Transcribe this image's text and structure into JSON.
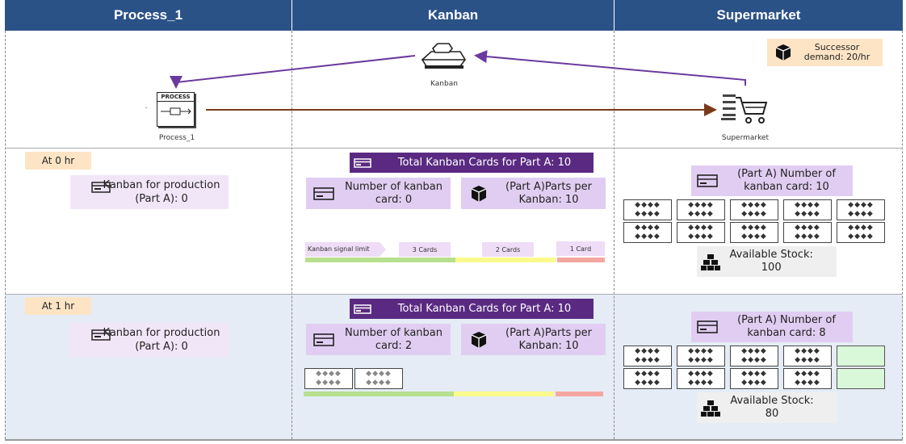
{
  "columns": [
    "Process_1",
    "Kanban",
    "Supermarket"
  ],
  "colors": {
    "header": "#2b5287",
    "purple": "#5a2a82",
    "arrow_kanban": "#6a3a9e",
    "arrow_flow": "#7a3a1a",
    "green": "#b6e08e",
    "yellow": "#fafa8c",
    "red": "#f6a6a0"
  },
  "top": {
    "kanban_icon_label": "Kanban",
    "process_icon_label": "Process_1",
    "process_icon_text": "PROCESS",
    "supermarket_icon_label": "Supermarket",
    "successor": "Successor demand: 20/hr",
    "dot": "."
  },
  "rows": [
    {
      "time": "At 0 hr",
      "production": "Kanban  for production (Part A): 0",
      "total_cards": "Total Kanban  Cards  for Part A: 10",
      "num_cards": "Number  of kanban  card: 0",
      "parts_per": "(Part A)Parts per Kanban:  10",
      "signal_limit": "Kanban signal limit",
      "sig_3": "3 Cards",
      "sig_2": "2 Cards",
      "sig_1": "1 Card",
      "sm_cards": "(Part A) Number  of kanban  card: 10",
      "stock": "Available Stock: 100"
    },
    {
      "time": "At 1 hr",
      "production": "Kanban  for production (Part A): 0",
      "total_cards": "Total Kanban  Cards  for Part A: 10",
      "num_cards": "Number  of kanban  card: 2",
      "parts_per": "(Part A)Parts per Kanban:  10",
      "sm_cards": "(Part A) Number  of kanban  card: 8",
      "stock": "Available Stock: 80"
    }
  ],
  "icons": [
    "card-icon",
    "box-icon",
    "pallet-icon",
    "kanban-stack-icon",
    "process-icon",
    "cart-icon"
  ]
}
